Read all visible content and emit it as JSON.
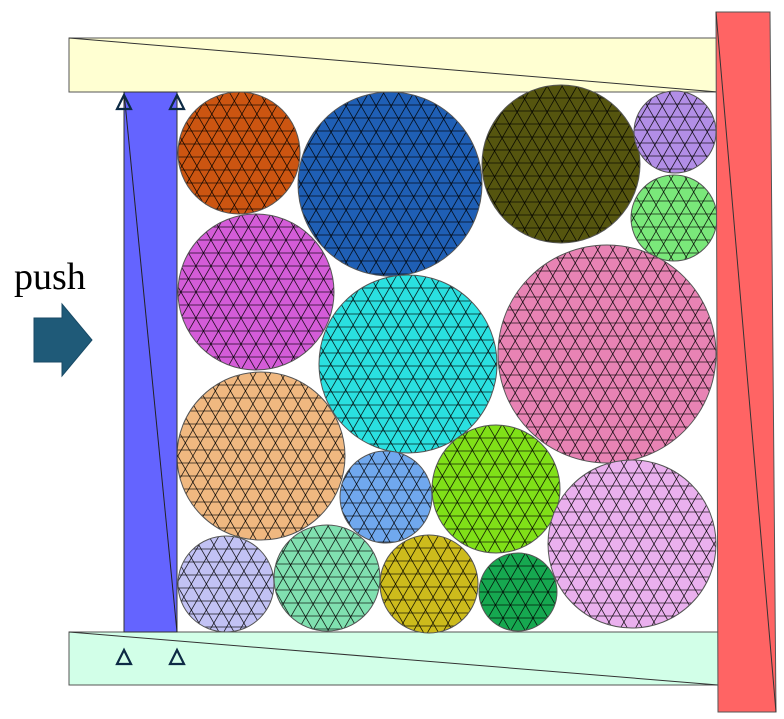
{
  "diagram": {
    "push_label": "push",
    "colors": {
      "top_plate": "#ffffd2",
      "bottom_plate": "#d2ffe8",
      "right_wall": "#ff6464",
      "left_wall": "#6464ff",
      "arrow": "#1f5a78",
      "mesh_stroke": "#000000",
      "outline": "#555555"
    },
    "pins": {
      "count": 4,
      "icon": "triangle-pin-icon"
    },
    "arrow_icon": "arrow-right-icon",
    "particles": [
      {
        "name": "particle-orange",
        "color": "#cc5511"
      },
      {
        "name": "particle-dark-blue",
        "color": "#1f5fb5"
      },
      {
        "name": "particle-olive",
        "color": "#55550f"
      },
      {
        "name": "particle-lavender",
        "color": "#b28ee6"
      },
      {
        "name": "particle-light-green-small",
        "color": "#7ae87a"
      },
      {
        "name": "particle-magenta",
        "color": "#d45cd8"
      },
      {
        "name": "particle-cyan",
        "color": "#2ae0e0"
      },
      {
        "name": "particle-pink-large",
        "color": "#e883b4"
      },
      {
        "name": "particle-tan",
        "color": "#f0b880"
      },
      {
        "name": "particle-sky-blue",
        "color": "#70a8ee"
      },
      {
        "name": "particle-lime",
        "color": "#80e018"
      },
      {
        "name": "particle-light-pink",
        "color": "#eab0ee"
      },
      {
        "name": "particle-periwinkle",
        "color": "#c2c2f4"
      },
      {
        "name": "particle-mint",
        "color": "#80e0b0"
      },
      {
        "name": "particle-mustard",
        "color": "#cdbb1c"
      },
      {
        "name": "particle-green",
        "color": "#16a850"
      }
    ]
  }
}
